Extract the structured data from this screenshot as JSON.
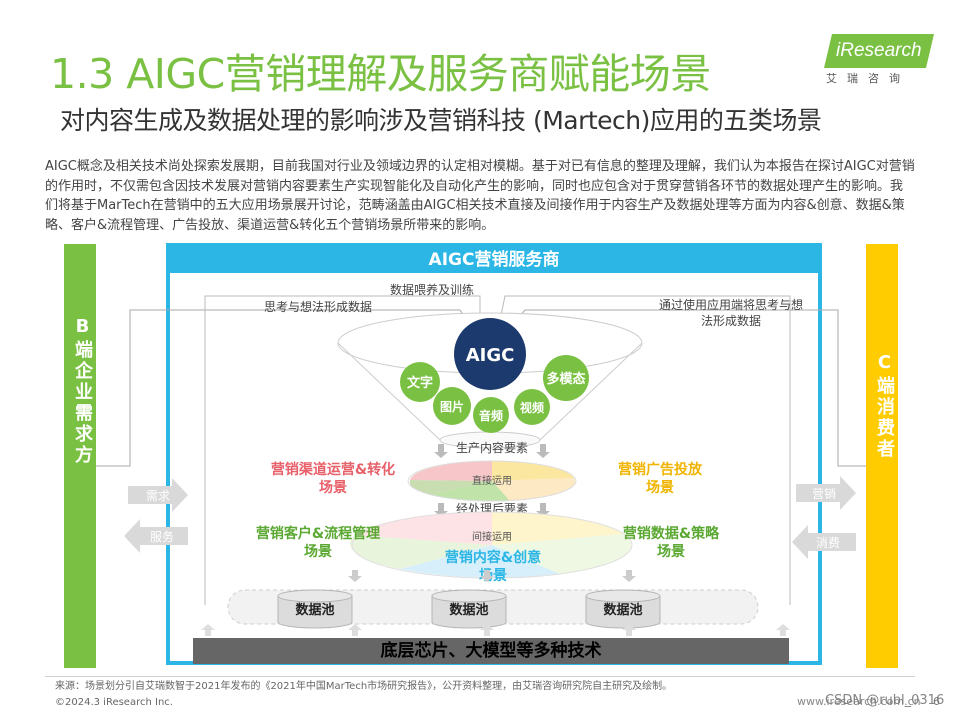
{
  "header": {
    "title": "1.3 AIGC营销理解及服务商赋能场景",
    "subtitle": "对内容生成及数据处理的影响涉及营销科技 (Martech)应用的五类场景",
    "logo": "iResearch",
    "logo_sub": "艾瑞咨询"
  },
  "intro": "AIGC概念及相关技术尚处探索发展期，目前我国对行业及领域边界的认定相对模糊。基于对已有信息的整理及理解，我们认为本报告在探讨AIGC对营销的作用时，不仅需包含因技术发展对营销内容要素生产实现智能化及自动化产生的影响，同时也应包含对于贯穿营销各环节的数据处理产生的影响。我们将基于MarTech在营销中的五大应用场景展开讨论，范畴涵盖由AIGC相关技术直接及间接作用于内容生产及数据处理等方面为内容&创意、数据&策略、客户&流程管理、广告投放、渠道运营&转化五个营销场景所带来的影响。",
  "diagram": {
    "provider_title": "AIGC营销服务商",
    "left_side": "B端企业需求方",
    "right_side": "C端消费者",
    "label_feed": "数据喂养及训练",
    "label_left_data": "思考与想法形成数据",
    "label_right_data": "通过使用应用端将思考与想法形成数据",
    "aigc": "AIGC",
    "bubbles": [
      "文字",
      "图片",
      "音频",
      "视频",
      "多模态"
    ],
    "produce": "生产内容要素",
    "direct": "直接运用",
    "processed": "经处理后要素",
    "indirect": "间接运用",
    "scenarios": {
      "channel": "营销渠道运营&转化场景",
      "ads": "营销广告投放场景",
      "customer": "营销客户&流程管理场景",
      "datastrat": "营销数据&策略场景",
      "content": "营销内容&创意场景"
    },
    "pool": "数据池",
    "arrow_demand": "需求",
    "arrow_service": "服务",
    "arrow_marketing": "营销",
    "arrow_consume": "消费",
    "bottom": "底层芯片、大模型等多种技术"
  },
  "footer": {
    "source": "来源：场景划分引自艾瑞数智于2021年发布的《2021年中国MarTech市场研究报告》，公开资料整理，由艾瑞咨询研究院自主研究及绘制。",
    "copyright": "©2024.3 iResearch Inc.",
    "website": "www.iresearch.com.cn",
    "watermark": "CSDN @rubl_0316",
    "page": "6"
  },
  "colors": {
    "green": "#7ac143",
    "blue": "#2bb6e6",
    "yellow": "#ffcc00",
    "navy": "#1d3a6e",
    "red": "#e8606a",
    "gray": "#666666"
  }
}
